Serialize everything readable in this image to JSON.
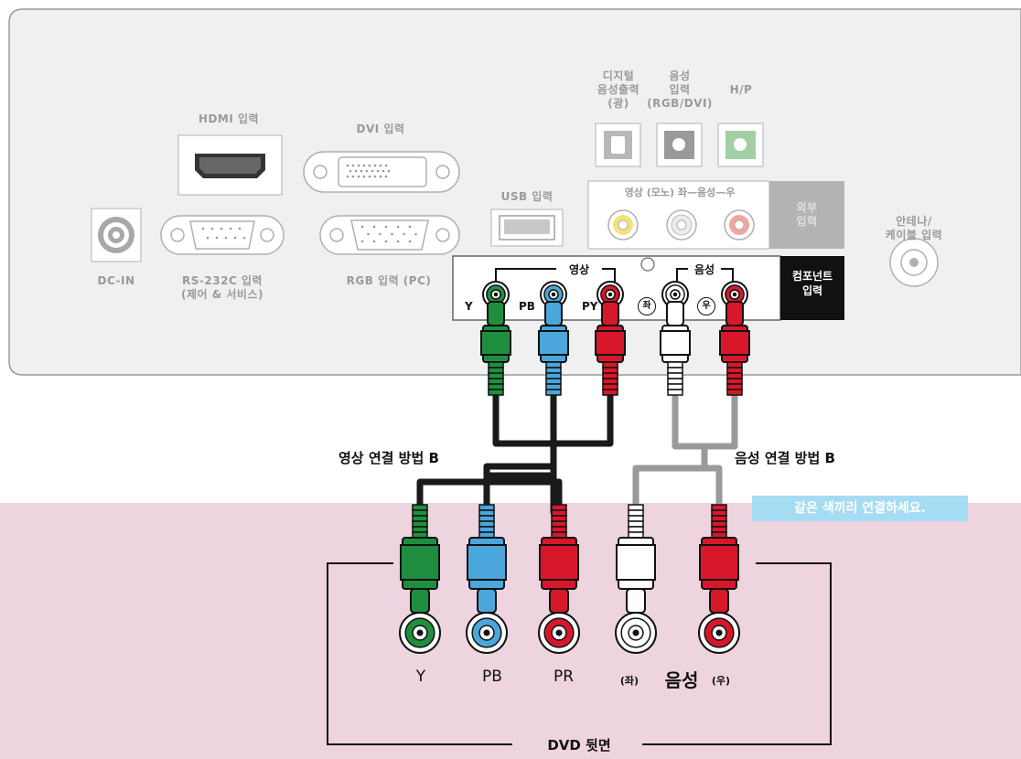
{
  "panel_labels": {
    "hdmi": "HDMI 입력",
    "dvi": "DVI 입력",
    "usb": "USB 입력",
    "digital_audio": "디지털\n음성출력\n(광)",
    "audio_in": "음성\n입력\n(RGB/DVI)",
    "hp": "H/P",
    "av_row": "영상 (모노) 좌—음성—우",
    "external_input": "외부\n입력",
    "antenna": "안테나/\n케이블 입력",
    "dcin": "DC-IN",
    "rs232c": "RS-232C 입력\n(제어 & 서비스)",
    "rgb": "RGB 입력 (PC)"
  },
  "component_panel": {
    "video_group": "영상",
    "audio_group": "음성",
    "jack_y": "Y",
    "jack_pb": "PB",
    "jack_pr": "PY",
    "left": "좌",
    "right": "우",
    "title": "컴포넌트\n입력"
  },
  "cable_labels": {
    "video": "영상 연결 방법 B",
    "audio": "음성 연결 방법 B"
  },
  "hint": "같은 색끼리 연결하세요.",
  "dvd": {
    "jack_y": "Y",
    "jack_pb": "PB",
    "jack_pr": "PR",
    "left": "(좌)",
    "audio": "음성",
    "right": "(우)",
    "title": "DVD 뒷면"
  },
  "colors": {
    "green": "#1f8f3f",
    "blue": "#4aa6db",
    "red": "#d7182a",
    "white": "#ffffff",
    "panel": "#f0f0f0",
    "pink": "#eed4de",
    "hint_bg": "#a6dcf3",
    "hint_text": "#ffffff"
  }
}
